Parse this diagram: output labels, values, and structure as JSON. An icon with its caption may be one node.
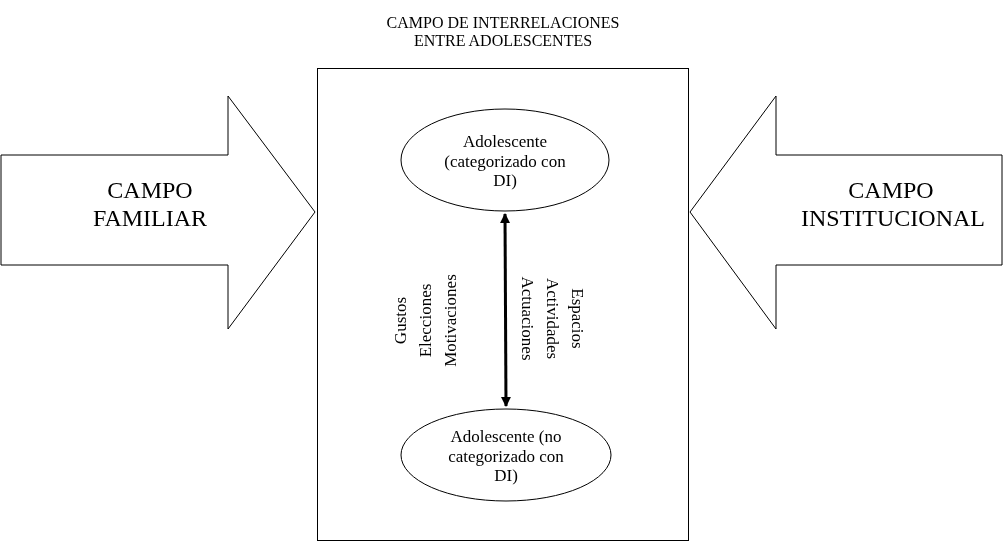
{
  "diagram": {
    "nodes": [
      {
        "text": [
          "CAMPO FAMILIAR"
        ]
      },
      {
        "text": [
          "CAMPO DE INTERRELACIONES ENTRE ADOLESCENTES"
        ]
      },
      {
        "text": [
          "Adolescente (categorizado con DI)"
        ],
        "in": 1
      },
      {
        "text": [
          "Adolescente (no categorizado con DI)"
        ],
        "in": 1
      },
      {
        "text": [
          "CAMPO INSTITUCIONAL"
        ]
      }
    ],
    "edges": [
      {
        "from": 2,
        "to": 3,
        "arrow": "both"
      }
    ],
    "labels": [
      "Gustos Elecciones Motivaciones",
      "Espacios Actividades Actuaciones"
    ]
  }
}
